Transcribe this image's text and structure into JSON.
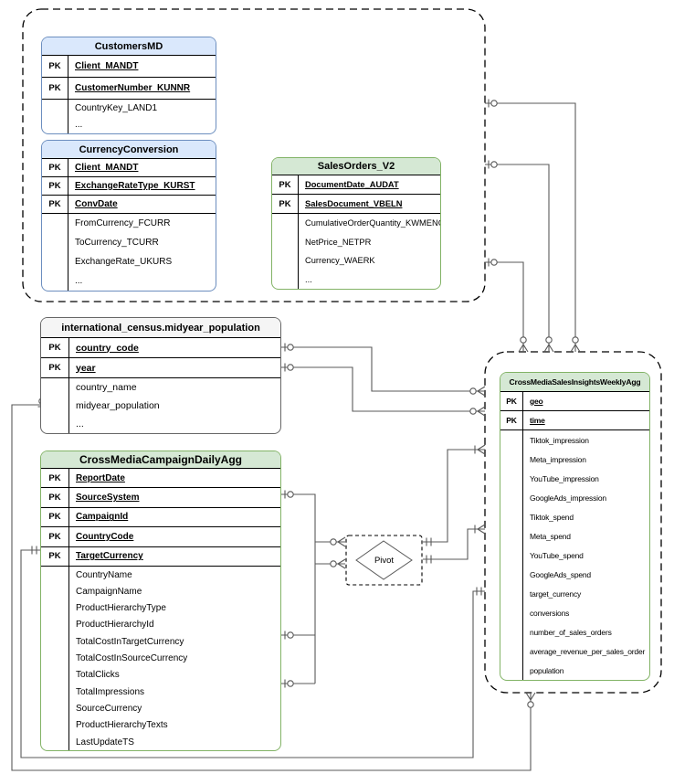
{
  "diagram": {
    "key_label": "PK",
    "ellipsis": "...",
    "connector_color": "#595959",
    "dashed_box_color": "#000000",
    "themes": {
      "blue": {
        "fill": "#dae8fc",
        "border": "#6c8ebf"
      },
      "green": {
        "fill": "#d5e8d4",
        "border": "#82b366"
      },
      "gray": {
        "fill": "#f5f5f5",
        "border": "#666666"
      }
    },
    "tables": [
      {
        "id": "customers_md",
        "name": "CustomersMD",
        "theme": "blue",
        "pk": [
          "Client_MANDT",
          "CustomerNumber_KUNNR"
        ],
        "attrs": [
          "CountryKey_LAND1",
          "..."
        ]
      },
      {
        "id": "currency_conversion",
        "name": "CurrencyConversion",
        "theme": "blue",
        "pk": [
          "Client_MANDT",
          "ExchangeRateType_KURST",
          "ConvDate"
        ],
        "attrs": [
          "FromCurrency_FCURR",
          "ToCurrency_TCURR",
          "ExchangeRate_UKURS",
          "..."
        ]
      },
      {
        "id": "sales_orders_v2",
        "name": "SalesOrders_V2",
        "theme": "green",
        "pk": [
          "DocumentDate_AUDAT",
          "SalesDocument_VBELN"
        ],
        "attrs": [
          "CumulativeOrderQuantity_KWMENG",
          "NetPrice_NETPR",
          "Currency_WAERK",
          "..."
        ]
      },
      {
        "id": "midyear_population",
        "name": "international_census.midyear_population",
        "theme": "gray",
        "pk": [
          "country_code",
          "year"
        ],
        "attrs": [
          "country_name",
          "midyear_population",
          "..."
        ]
      },
      {
        "id": "campaign_daily_agg",
        "name": "CrossMediaCampaignDailyAgg",
        "theme": "green",
        "pk": [
          "ReportDate",
          "SourceSystem",
          "CampaignId",
          "CountryCode",
          "TargetCurrency"
        ],
        "attrs": [
          "CountryName",
          "CampaignName",
          "ProductHierarchyType",
          "ProductHierarchyId",
          "TotalCostInTargetCurrency",
          "TotalCostInSourceCurrency",
          "TotalClicks",
          "TotalImpressions",
          "SourceCurrency",
          "ProductHierarchyTexts",
          "LastUpdateTS"
        ]
      },
      {
        "id": "sales_insights_weekly_agg",
        "name": "CrossMediaSalesInsightsWeeklyAgg",
        "theme": "green",
        "pk": [
          "geo",
          "time"
        ],
        "attrs": [
          "Tiktok_impression",
          "Meta_impression",
          "YouTube_impression",
          "GoogleAds_impression",
          "Tiktok_spend",
          "Meta_spend",
          "YouTube_spend",
          "GoogleAds_spend",
          "target_currency",
          "conversions",
          "number_of_sales_orders",
          "average_revenue_per_sales_order",
          "population"
        ]
      }
    ],
    "pivot": {
      "label": "Pivot"
    },
    "relationships": [
      {
        "id": "sources-box-to-weekly-1",
        "from": "source-tables-group",
        "to": "sales_insights_weekly_agg",
        "from_cardinality": "zero-or-one",
        "to_cardinality": "zero-or-many"
      },
      {
        "id": "sources-box-to-weekly-2",
        "from": "source-tables-group",
        "to": "sales_insights_weekly_agg",
        "from_cardinality": "zero-or-one",
        "to_cardinality": "zero-or-many"
      },
      {
        "id": "sources-box-to-weekly-3",
        "from": "source-tables-group",
        "to": "sales_insights_weekly_agg",
        "from_cardinality": "zero-or-one",
        "to_cardinality": "zero-or-many"
      },
      {
        "id": "census-country-code-to-weekly-geo",
        "from": "midyear_population.country_code",
        "to": "sales_insights_weekly_agg.geo",
        "from_cardinality": "zero-or-one",
        "to_cardinality": "zero-or-many"
      },
      {
        "id": "census-year-to-weekly-time",
        "from": "midyear_population.year",
        "to": "sales_insights_weekly_agg.time",
        "from_cardinality": "zero-or-one",
        "to_cardinality": "zero-or-many"
      },
      {
        "id": "campaign-to-pivot",
        "from": "campaign_daily_agg",
        "to": "pivot",
        "from_cardinality": "zero-or-one",
        "to_cardinality": "zero-or-many"
      },
      {
        "id": "pivot-to-weekly-1",
        "from": "pivot",
        "to": "sales_insights_weekly_agg",
        "from_cardinality": "exactly-one",
        "to_cardinality": "one-or-many"
      },
      {
        "id": "pivot-to-weekly-2",
        "from": "pivot",
        "to": "sales_insights_weekly_agg",
        "from_cardinality": "exactly-one",
        "to_cardinality": "one-or-many"
      },
      {
        "id": "campaign-targetcurrency-to-weekly-target-currency",
        "from": "campaign_daily_agg.TargetCurrency",
        "to": "sales_insights_weekly_agg.target_currency",
        "from_cardinality": "exactly-one",
        "to_cardinality": "exactly-one"
      },
      {
        "id": "weekly-population-to-census",
        "from": "sales_insights_weekly_agg.population",
        "to": "midyear_population",
        "from_cardinality": "zero-or-many",
        "to_cardinality": "zero-or-one"
      }
    ]
  }
}
